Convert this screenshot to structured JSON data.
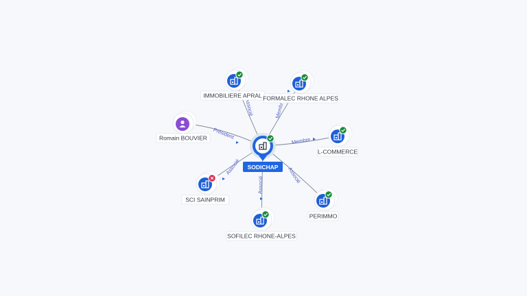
{
  "center": {
    "label": "SODICHAP",
    "icon": "building-icon",
    "status": "verified"
  },
  "nodes": [
    {
      "id": "immobiliere",
      "label": "IMMOBILIERE APRAL",
      "kind": "company",
      "status": "ok"
    },
    {
      "id": "formalec",
      "label": "FORMALEC RHONE ALPES",
      "kind": "company",
      "status": "ok"
    },
    {
      "id": "romain",
      "label": "Romain BOUVIER",
      "kind": "person",
      "status": "none"
    },
    {
      "id": "lcommerce",
      "label": "L-COMMERCE",
      "kind": "company",
      "status": "ok"
    },
    {
      "id": "scisainprim",
      "label": "SCI SAINPRIM",
      "kind": "company",
      "status": "ko"
    },
    {
      "id": "perimmo",
      "label": "PERIMMO",
      "kind": "company",
      "status": "ok"
    },
    {
      "id": "sofilec",
      "label": "SOFILEC RHONE-ALPES",
      "kind": "company",
      "status": "ok"
    }
  ],
  "edges": [
    {
      "to": "immobiliere",
      "label": "Associé"
    },
    {
      "to": "formalec",
      "label": "Membre"
    },
    {
      "to": "romain",
      "label": "Président"
    },
    {
      "to": "lcommerce",
      "label": "Membre"
    },
    {
      "to": "scisainprim",
      "label": "Associé"
    },
    {
      "to": "perimmo",
      "label": "Associé"
    },
    {
      "to": "sofilec",
      "label": "Associé"
    }
  ],
  "colors": {
    "company": "#1f5fd6",
    "person": "#8a4cd6",
    "ok_badge": "#1b8c3a",
    "ko_badge": "#d9264a",
    "edge_label": "#5560c8"
  }
}
